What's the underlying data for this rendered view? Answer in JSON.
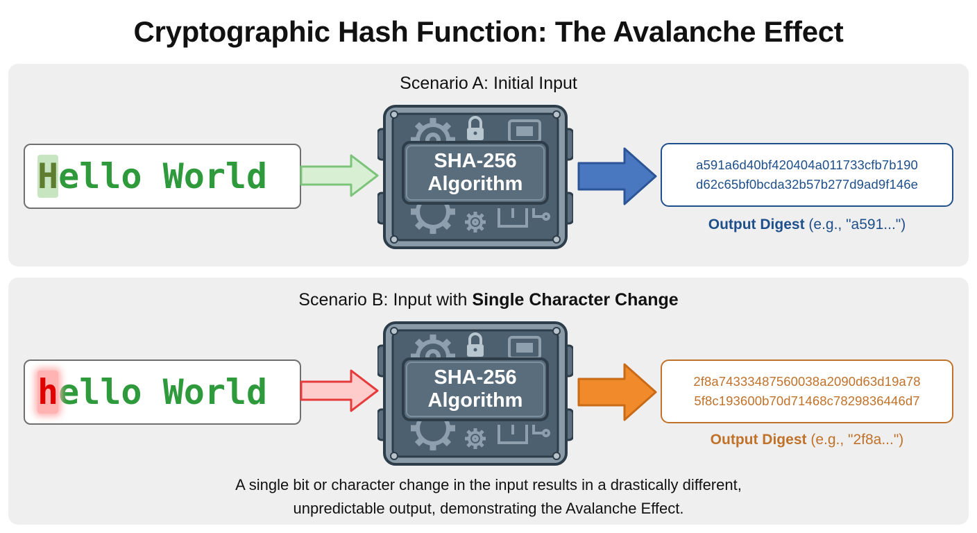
{
  "title": "Cryptographic Hash Function: The Avalanche Effect",
  "colors": {
    "panel_bg": "#efefef",
    "input_text": "#2e9a3c",
    "highlight_a": "#c7e5c1",
    "highlight_b": "#ff4d4d",
    "output_a": "#1f4f8a",
    "output_b": "#c0722a",
    "arrow_in_a": "#d8efd3",
    "arrow_in_b": "#ffcccc",
    "arrow_out_a": "#4a78c0",
    "arrow_out_b": "#f08a2a",
    "machine_body": "#4d6070"
  },
  "scenario_a": {
    "heading": "Scenario A: Initial Input",
    "input_first_char": "H",
    "input_rest": "ello World",
    "algorithm_line1": "SHA-256",
    "algorithm_line2": "Algorithm",
    "digest_line1": "a591a6d40bf420404a011733cfb7b190",
    "digest_line2": "d62c65bf0bcda32b57b277d9ad9f146e",
    "caption_bold": "Output Digest",
    "caption_rest": " (e.g., \"a591...\")"
  },
  "scenario_b": {
    "heading_prefix": "Scenario B: Input with ",
    "heading_bold": "Single Character Change",
    "input_first_char": "h",
    "input_rest": "ello World",
    "algorithm_line1": "SHA-256",
    "algorithm_line2": "Algorithm",
    "digest_line1": "2f8a74333487560038a2090d63d19a78",
    "digest_line2": "5f8c193600b70d71468c7829836446d7",
    "caption_bold": "Output Digest",
    "caption_rest": " (e.g., \"2f8a...\")"
  },
  "footer": {
    "line1": "A single bit or character change in the input results in a drastically different,",
    "line2": "unpredictable output, demonstrating the Avalanche Effect."
  },
  "icons": [
    "gear-icon",
    "lock-icon",
    "chip-icon",
    "circuit-icon"
  ]
}
